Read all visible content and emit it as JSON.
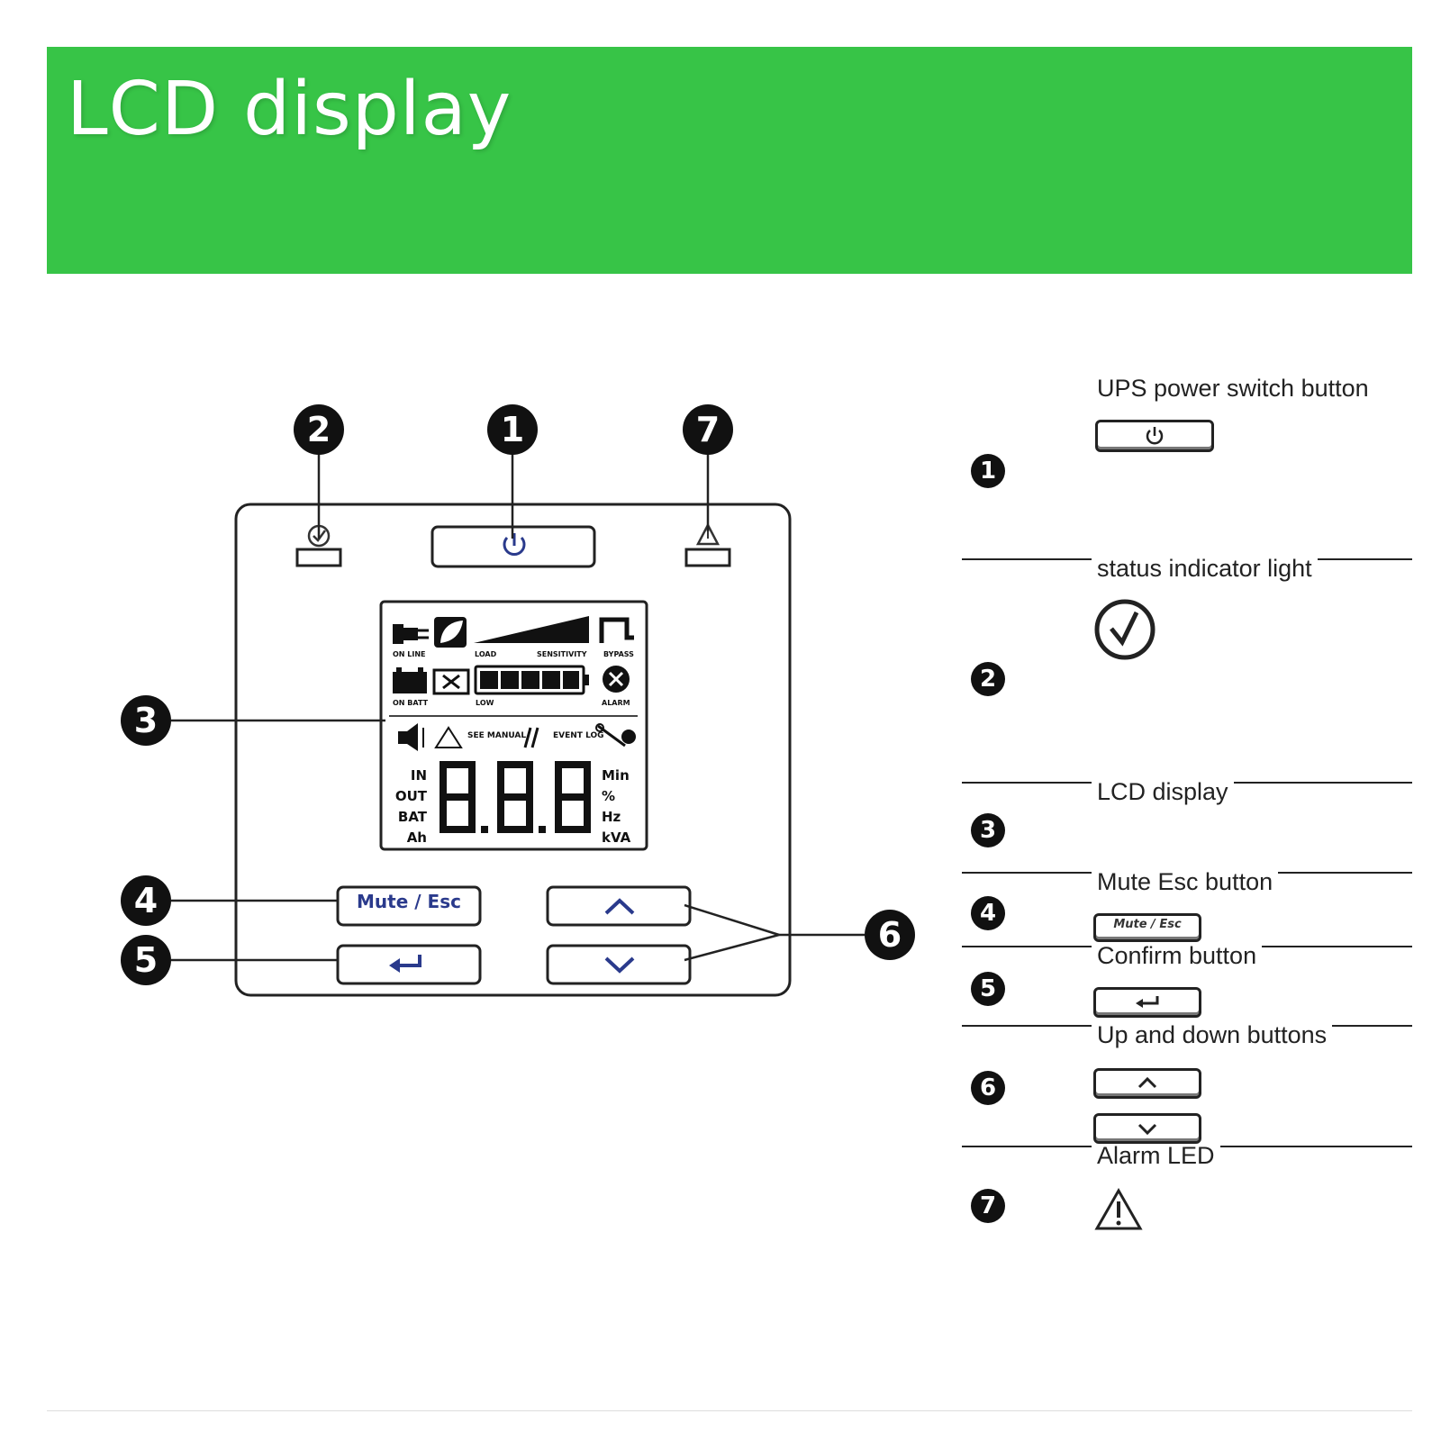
{
  "banner": {
    "title": "LCD display",
    "color": "#37c447"
  },
  "panel": {
    "callouts": [
      "1",
      "2",
      "3",
      "4",
      "5",
      "6",
      "7"
    ],
    "buttons": {
      "mute_esc": "Mute / Esc"
    },
    "lcd": {
      "icons_row1": [
        "ON LINE",
        "LOAD",
        "SENSITIVITY",
        "BYPASS"
      ],
      "icons_row2": [
        "ON BATT",
        "LOW",
        "ALARM"
      ],
      "icons_row3": [
        "SEE MANUAL",
        "EVENT LOG"
      ],
      "left_units": [
        "IN",
        "OUT",
        "BAT",
        "Ah"
      ],
      "right_units": [
        "Min",
        "%",
        "Hz",
        "kVA"
      ],
      "digits": "8.8.8"
    }
  },
  "legend": [
    {
      "num": "1",
      "label": "UPS power switch button",
      "icon": "power-icon"
    },
    {
      "num": "2",
      "label": "status indicator light",
      "icon": "check-circle-icon"
    },
    {
      "num": "3",
      "label": "LCD display",
      "icon": ""
    },
    {
      "num": "4",
      "label": "Mute Esc button",
      "icon": "mute-esc-button",
      "button_text": "Mute / Esc"
    },
    {
      "num": "5",
      "label": "Confirm button",
      "icon": "enter-arrow-icon"
    },
    {
      "num": "6",
      "label": "Up and down buttons",
      "icon": "chevron-icons"
    },
    {
      "num": "7",
      "label": "Alarm LED",
      "icon": "warning-triangle-icon"
    }
  ]
}
